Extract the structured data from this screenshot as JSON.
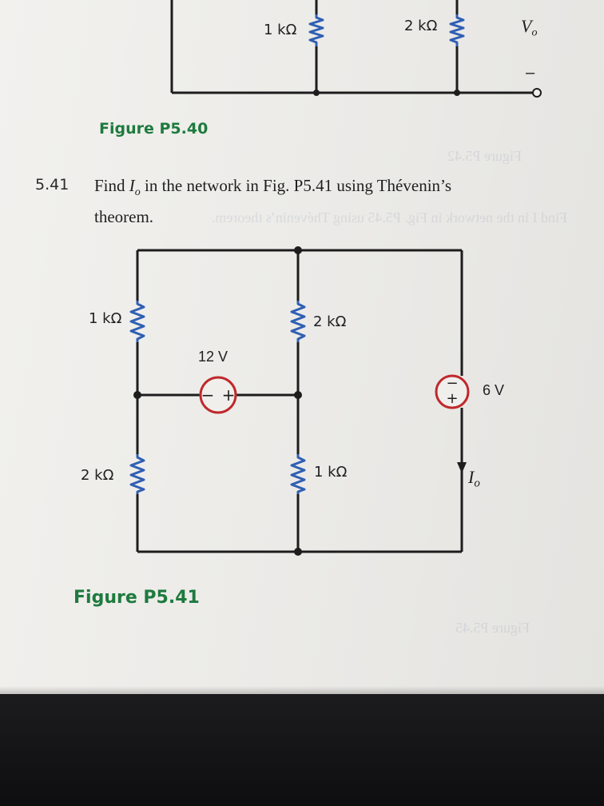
{
  "top_figure": {
    "caption": "Figure P5.40",
    "resistor_left": "1 kΩ",
    "resistor_right": "2 kΩ",
    "output_label": "V",
    "output_subscript": "o",
    "output_minus": "–"
  },
  "problem": {
    "number": "5.41",
    "text_before": "Find ",
    "var": "I",
    "var_sub": "o",
    "text_after": " in the network in Fig. P5.41 using Thévenin’s",
    "line2": "theorem."
  },
  "circuit": {
    "caption": "Figure P5.41",
    "r_top_left": "1 kΩ",
    "r_bottom_left": "2 kΩ",
    "r_top_mid": "2 kΩ",
    "r_bottom_mid": "1 kΩ",
    "source_12v_label": "12 V",
    "source_12v_minus": "−",
    "source_12v_plus": "+",
    "source_6v_label": "6 V",
    "source_6v_minus": "−",
    "source_6v_plus": "+",
    "current_label": "I",
    "current_sub": "o"
  },
  "colors": {
    "caption_green": "#1e7a3e",
    "resistor_blue": "#2f5fb3",
    "source_red": "#c0282b",
    "wire": "#1d1d1d"
  },
  "bleed_through": {
    "text1": "Figure P5.42",
    "text2": "Find I in the network in Fig. P5.45 using Thévenin’s theorem.",
    "text3": "Figure P5.45"
  }
}
